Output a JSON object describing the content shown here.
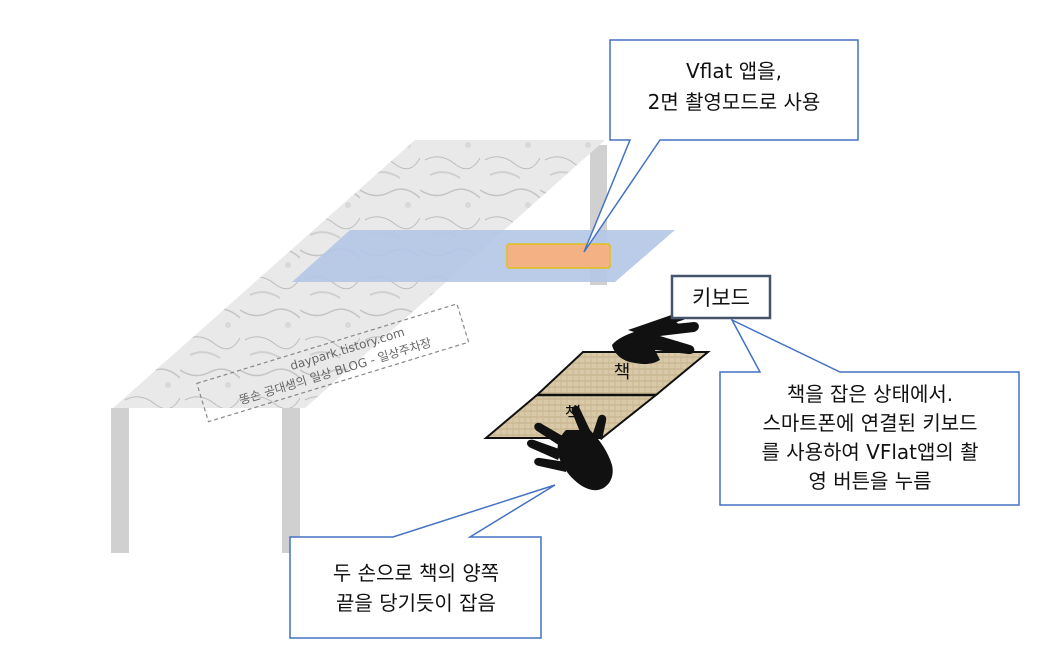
{
  "callouts": {
    "vflat": {
      "lines": [
        "Vflat 앱을,",
        "2면 촬영모드로 사용"
      ]
    },
    "keyboard": {
      "label": "키보드"
    },
    "grip": {
      "lines": [
        "책을 잡은 상태에서.",
        "스마트폰에 연결된 키보드",
        "를 사용하여 VFlat앱의 촬",
        "영 버튼을 누름"
      ]
    },
    "hands": {
      "lines": [
        "두 손으로 책의 양쪽",
        "끝을 당기듯이 잡음"
      ]
    }
  },
  "book": {
    "page_top_label": "책",
    "page_bottom_label": "책"
  },
  "watermark": {
    "line1": "daypark.tistory.com",
    "line2": "똥손 공대생의 일상 BLOG - 일상주차장"
  },
  "colors": {
    "callout_border": "#4472c4",
    "phone_stand": "#b4c7e7",
    "phone": "#f4b183",
    "page_fill": "#d7c8a8",
    "table_leg": "#d0d0d0"
  }
}
